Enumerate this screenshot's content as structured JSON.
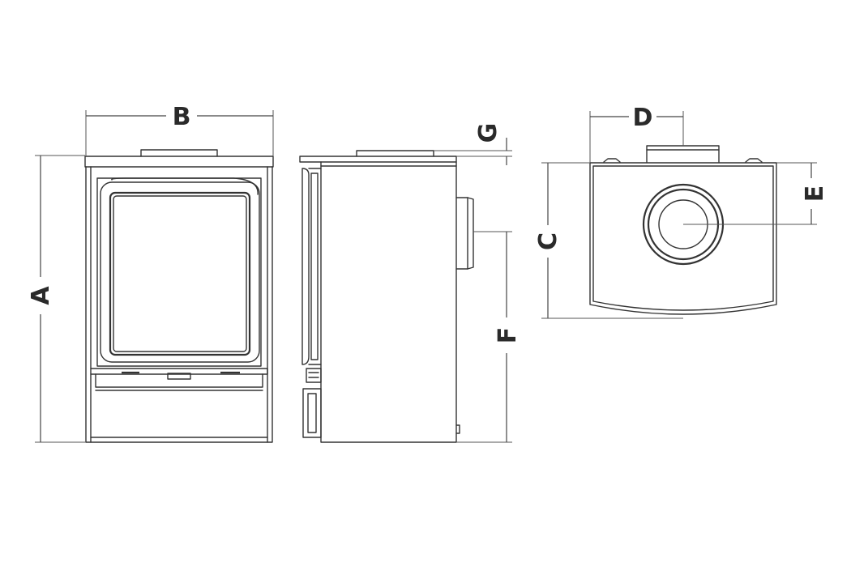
{
  "diagram": {
    "labels": {
      "a": "A",
      "b": "B",
      "c": "C",
      "d": "D",
      "e": "E",
      "f": "F",
      "g": "G"
    },
    "colors": {
      "line": "#333333",
      "background": "#ffffff"
    }
  }
}
